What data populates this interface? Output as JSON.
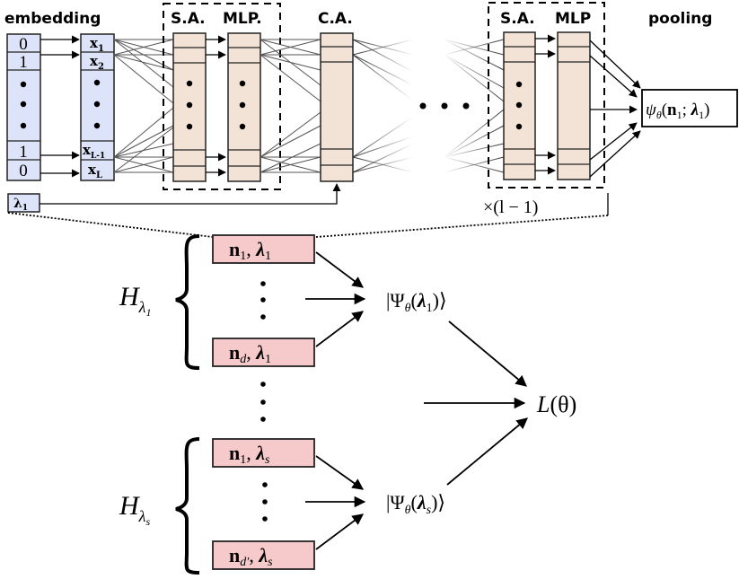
{
  "top": {
    "headers": {
      "embedding": "embedding",
      "sa1": "S.A.",
      "mlp1": "MLP.",
      "ca": "C.A.",
      "sa2": "S.A.",
      "mlp2": "MLP",
      "pooling": "pooling"
    },
    "input_cells": [
      "0",
      "1",
      "1",
      "0"
    ],
    "embed_cells": [
      {
        "base": "x",
        "sub": "1"
      },
      {
        "base": "x",
        "sub": "2"
      },
      {
        "base": "x",
        "sub": "L-1"
      },
      {
        "base": "x",
        "sub": "L"
      }
    ],
    "lambda_input": {
      "base": "λ",
      "sub": "1"
    },
    "repeat_label": "×(l − 1)",
    "output": {
      "func": "ψ",
      "func_sub": "θ",
      "open": "(",
      "arg1": "n",
      "arg1_sub": "1",
      "sep": "; ",
      "arg2": "λ",
      "arg2_sub": "1",
      "close": ")"
    },
    "colors": {
      "embedding_fill": "#dde3f8",
      "layer_fill": "#f3e2d6",
      "border": "#222222"
    }
  },
  "bottom": {
    "groups": [
      {
        "space": {
          "base": "H",
          "sub": "λ",
          "subsub": "1"
        },
        "first": {
          "n": "n",
          "n_sub": "1",
          "lam": "λ",
          "lam_sub": "1"
        },
        "last": {
          "n": "n",
          "n_sub": "d",
          "lam": "λ",
          "lam_sub": "1"
        },
        "state": {
          "open": "|Ψ",
          "sub": "θ",
          "arg": "(λ",
          "arg_sub": "1",
          "close": ")⟩"
        }
      },
      {
        "space": {
          "base": "H",
          "sub": "λ",
          "subsub": "s"
        },
        "first": {
          "n": "n",
          "n_sub": "1",
          "lam": "λ",
          "lam_sub": "s"
        },
        "last": {
          "n": "n",
          "n_sub": "d′",
          "lam": "λ",
          "lam_sub": "s"
        },
        "state": {
          "open": "|Ψ",
          "sub": "θ",
          "arg": "(λ",
          "arg_sub": "s",
          "close": ")⟩"
        }
      }
    ],
    "loss": {
      "base": "L",
      "arg": "(θ)"
    },
    "colors": {
      "config_fill": "#f6c9cb",
      "border": "#222222"
    }
  }
}
